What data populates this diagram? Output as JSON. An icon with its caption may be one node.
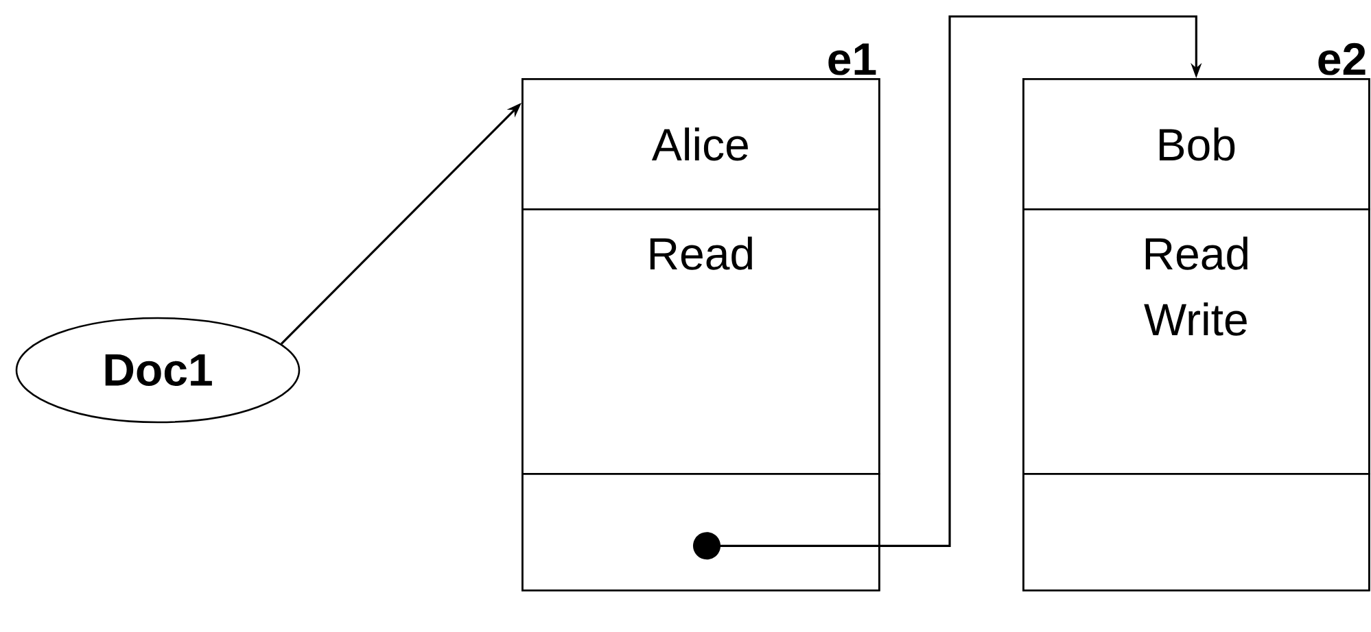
{
  "diagram": {
    "nodes": [
      {
        "text": [
          "Doc1"
        ]
      },
      {
        "text": [
          "e1"
        ]
      },
      {
        "text": [
          "Alice"
        ],
        "in": 1
      },
      {
        "text": [
          "Read"
        ],
        "in": 1
      },
      {
        "text": [],
        "shape": "box",
        "in": 1
      },
      {
        "text": [
          "e2"
        ]
      },
      {
        "text": [
          "Bob"
        ],
        "in": 5
      },
      {
        "text": [
          "Read Write"
        ],
        "in": 5
      },
      {
        "text": [],
        "shape": "box",
        "in": 5
      }
    ],
    "edges": [
      {
        "from": 0,
        "to": 2,
        "arrow": "to"
      },
      {
        "from": 4,
        "to": 6,
        "arrow": "to"
      }
    ]
  }
}
